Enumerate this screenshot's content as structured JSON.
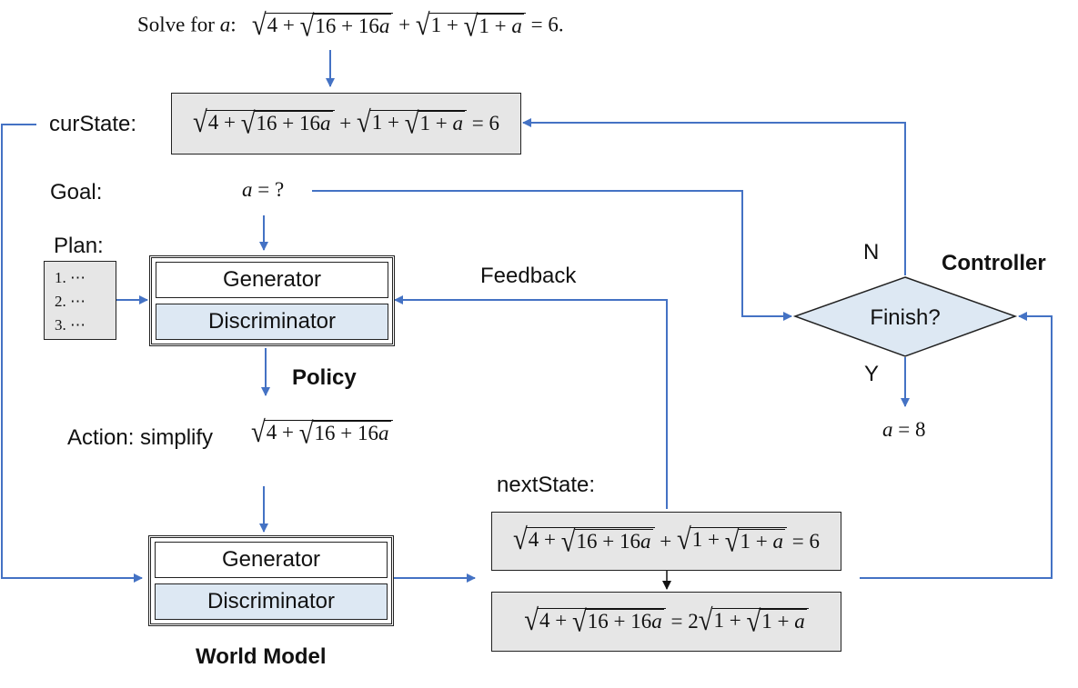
{
  "colors": {
    "wire": "#4472c4",
    "state_box": "#e6e6e6",
    "disc_fill": "#dde8f3",
    "diamond_fill": "#dde8f3"
  },
  "problem": {
    "prefix": "Solve for",
    "var": "a",
    "suffix": ":",
    "tail": "= 6."
  },
  "labels": {
    "cur_state": "curState:",
    "goal": "Goal:",
    "plan": "Plan:",
    "feedback": "Feedback",
    "policy": "Policy",
    "action": "Action: simplify",
    "next_state": "nextState:",
    "world_model": "World Model",
    "controller": "Controller",
    "n": "N",
    "y": "Y"
  },
  "goal_math": {
    "lhs": "a",
    "rhs": "= ?"
  },
  "answer_math": {
    "lhs": "a",
    "rhs": "= 8"
  },
  "plan_items": [
    "1. ⋯",
    "2. ⋯",
    "3. ⋯"
  ],
  "policy_module": {
    "generator": "Generator",
    "discriminator": "Discriminator"
  },
  "world_model_module": {
    "generator": "Generator",
    "discriminator": "Discriminator"
  },
  "decision": {
    "label": "Finish?"
  },
  "equation": {
    "n4": "4",
    "n16": "16",
    "n16a": "16",
    "n1": "1",
    "var": "a",
    "plus": "+",
    "eq6": "= 6",
    "eq2": "= 2"
  }
}
